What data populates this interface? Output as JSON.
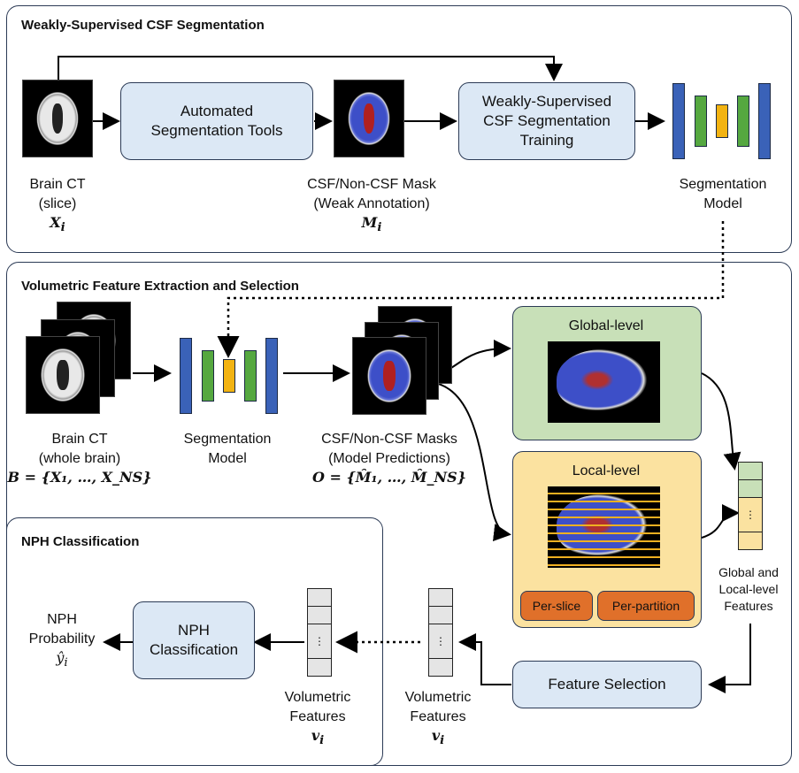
{
  "panels": {
    "weak": "Weakly-Supervised CSF Segmentation",
    "volumetric": "Volumetric Feature Extraction and Selection",
    "nph": "NPH Classification"
  },
  "top": {
    "brain_ct_line1": "Brain CT",
    "brain_ct_line2": "(slice)",
    "brain_ct_sym": "X",
    "brain_ct_sub": "i",
    "auto_seg": "Automated Segmentation Tools",
    "mask_line1": "CSF/Non-CSF Mask",
    "mask_line2": "(Weak Annotation)",
    "mask_sym": "M",
    "mask_sub": "i",
    "ws_training": "Weakly-Supervised CSF Segmentation Training",
    "model_line1": "Segmentation",
    "model_line2": "Model"
  },
  "middle": {
    "brain_ct_line1": "Brain CT",
    "brain_ct_line2": "(whole brain)",
    "brain_ct_formula": "B = {X₁, …, X_NS}",
    "model_line1": "Segmentation",
    "model_line2": "Model",
    "masks_line1": "CSF/Non-CSF Masks",
    "masks_line2": "(Model Predictions)",
    "masks_formula": "O = {M̂₁, …, M̂_NS}",
    "global": "Global-level",
    "local": "Local-level",
    "per_slice": "Per-slice",
    "per_partition": "Per-partition",
    "gl_features": "Global and Local-level Features"
  },
  "bottom": {
    "feature_selection": "Feature Selection",
    "vol1_line1": "Volumetric",
    "vol1_line2": "Features",
    "vol_sym": "v",
    "vol_sub": "i",
    "vol2_line1": "Volumetric",
    "vol2_line2": "Features",
    "nph_class": "NPH Classification",
    "prob_line1": "NPH",
    "prob_line2": "Probability",
    "prob_sym": "ŷ",
    "prob_sub": "i",
    "dots": "⋮"
  },
  "colors": {
    "box_fill": "#dce8f5",
    "global_fill": "#c8e0b8",
    "local_fill": "#fbe2a0",
    "orange": "#e0702a"
  }
}
